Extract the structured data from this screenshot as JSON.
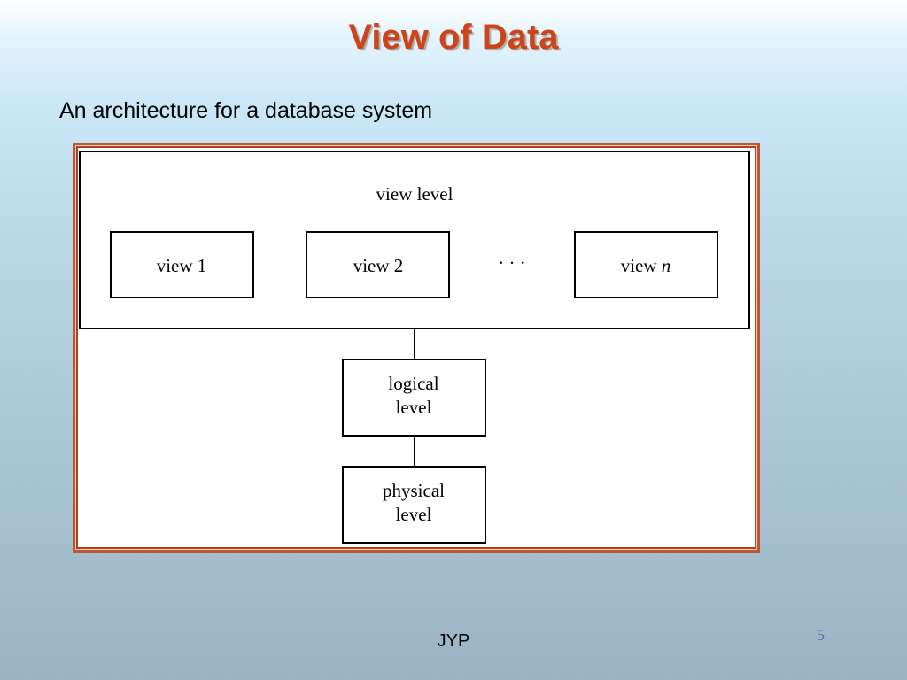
{
  "slide": {
    "title": "View of Data",
    "subtitle": "An architecture for a database system",
    "footer": "JYP",
    "page_number": "5"
  },
  "diagram": {
    "view_level_label": "view level",
    "views": {
      "view1": "view 1",
      "view2": "view 2",
      "ellipsis": "· · ·",
      "viewn_prefix": "view ",
      "viewn_suffix": "n"
    },
    "logical_level": [
      "logical",
      "level"
    ],
    "physical_level": [
      "physical",
      "level"
    ]
  },
  "colors": {
    "title": "#cc4419",
    "frame_border": "#c2542e",
    "page_number": "#5a6fa8"
  }
}
